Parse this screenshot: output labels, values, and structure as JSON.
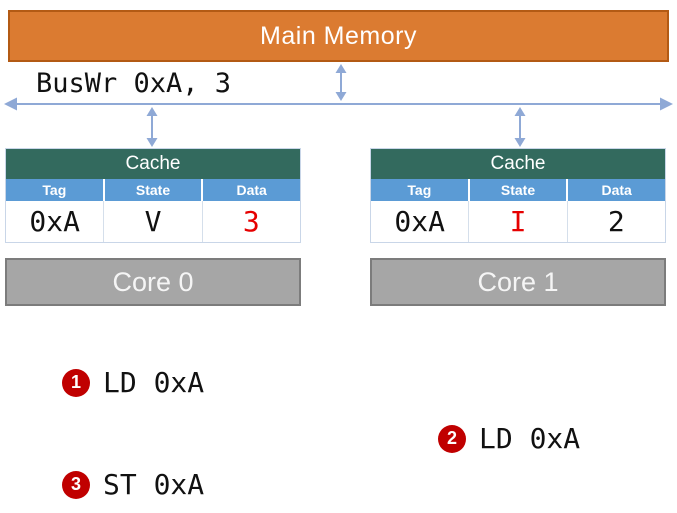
{
  "memory": {
    "label": "Main Memory"
  },
  "bus": {
    "label": "BusWr 0xA, 3"
  },
  "caches": [
    {
      "title": "Cache",
      "columns": [
        "Tag",
        "State",
        "Data"
      ],
      "row": {
        "tag": "0xA",
        "state": "V",
        "data": "3"
      }
    },
    {
      "title": "Cache",
      "columns": [
        "Tag",
        "State",
        "Data"
      ],
      "row": {
        "tag": "0xA",
        "state": "I",
        "data": "2"
      }
    }
  ],
  "cores": [
    {
      "label": "Core 0"
    },
    {
      "label": "Core 1"
    }
  ],
  "steps": [
    {
      "number": "1",
      "label": "LD 0xA"
    },
    {
      "number": "2",
      "label": "LD 0xA"
    },
    {
      "number": "3",
      "label": "ST 0xA"
    }
  ],
  "colors": {
    "memory_fill": "#DB7B31",
    "memory_border": "#B35A14",
    "cache_title_bg": "#336A5E",
    "column_header_bg": "#5B9BD5",
    "core_fill": "#A6A6A6",
    "core_border": "#7C7C7C",
    "arrow": "#8FA9D6",
    "red_text": "#E60000",
    "badge_red": "#C00000"
  }
}
